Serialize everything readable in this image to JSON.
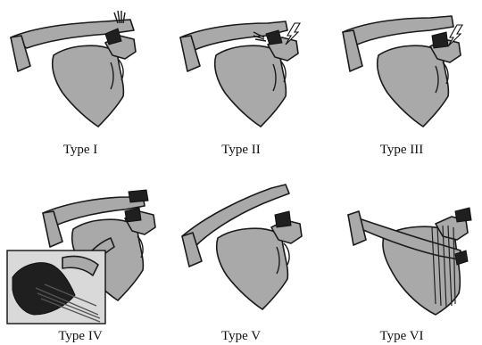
{
  "panels": [
    {
      "label": "Type I"
    },
    {
      "label": "Type II"
    },
    {
      "label": "Type III"
    },
    {
      "label": "Type IV"
    },
    {
      "label": "Type V"
    },
    {
      "label": "Type VI"
    }
  ]
}
